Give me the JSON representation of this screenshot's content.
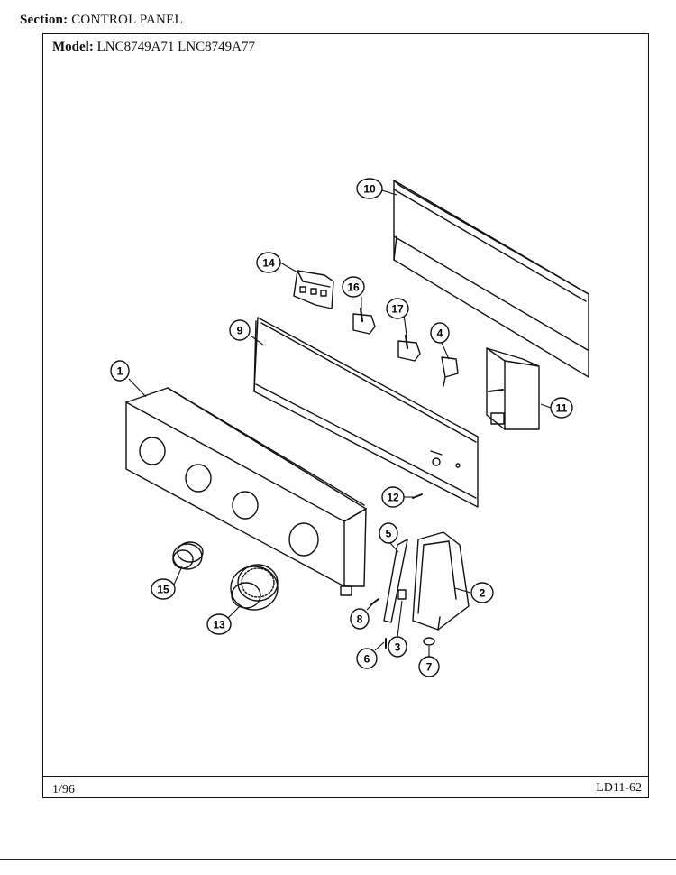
{
  "header": {
    "section_label": "Section:",
    "section_value": "CONTROL PANEL",
    "model_label": "Model:",
    "model_value": "LNC8749A71  LNC8749A77"
  },
  "footer": {
    "date": "1/96",
    "code": "LD11-62"
  },
  "callouts": [
    "1",
    "2",
    "3",
    "4",
    "5",
    "6",
    "7",
    "8",
    "9",
    "10",
    "11",
    "12",
    "13",
    "14",
    "15",
    "16",
    "17"
  ]
}
